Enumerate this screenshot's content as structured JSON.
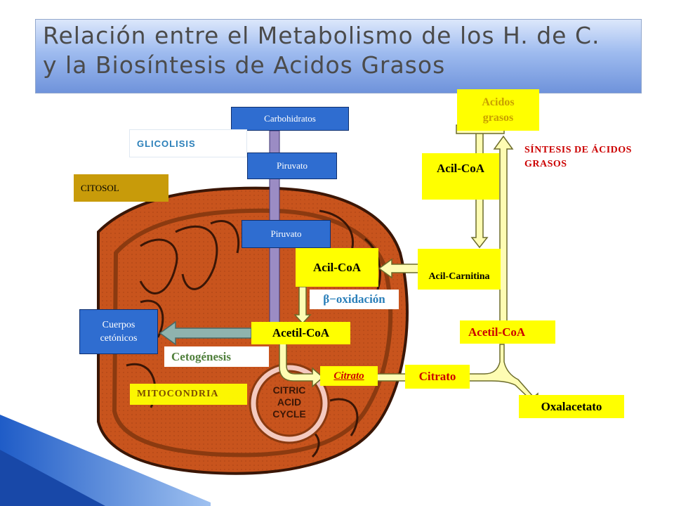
{
  "title": {
    "line1": "Relación entre el Metabolismo de los H. de C.",
    "line2": "y la Biosíntesis de Acidos Grasos"
  },
  "labels": {
    "carbohidratos": "Carbohidratos",
    "glicolisis": "GLICOLISIS",
    "piruvato_cytosol": "Piruvato",
    "citosol": "CITOSOL",
    "piruvato_mito": "Piruvato",
    "acil_coa_mito": "Acil-CoA",
    "acil_carnitina": "Acil-Carnitina",
    "beta_oxidacion": "β−oxidación",
    "cuerpos_cetonicos": "Cuerpos cetónicos",
    "cetogenesis": "Cetogénesis",
    "acetil_coa_mito": "Acetil-CoA",
    "acetil_coa_cyto": "Acetil-CoA",
    "citrato_mito": "Citrato",
    "citrato_cyto": "Citrato",
    "mitocondria": "MITOCONDRIA",
    "oxalacetato": "Oxalacetato",
    "acidos_grasos": "Acidos grasos",
    "acil_coa_cyto": "Acil-CoA",
    "sintesis": "SÍNTESIS DE ÁCIDOS GRASOS",
    "cycle_line1": "CITRIC",
    "cycle_line2": "ACID",
    "cycle_line3": "CYCLE"
  },
  "colors": {
    "mitochondria": "#c8541d",
    "mito_outline": "#3a1606",
    "inner_membrane": "#8b3a10",
    "arrow_yellow": "#fefcb3",
    "arrow_outline": "#6b6b2a",
    "arrow_purple": "#9b8cc4",
    "arrow_teal": "#8fb3ae",
    "box_blue": "#2f6dd0",
    "box_yellow": "#ffff00",
    "citosol_gold": "#c89b0a",
    "text_blue": "#2a7fb9",
    "text_red": "#cc0000",
    "text_green": "#4f7f3b",
    "text_olive": "#7a4d00"
  }
}
